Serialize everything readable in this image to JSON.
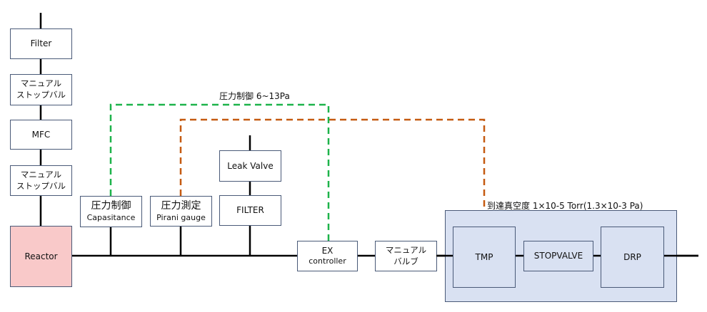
{
  "diagram": {
    "type": "vacuum-system-block-diagram",
    "gas_line": [
      {
        "id": "filter",
        "label": "Filter"
      },
      {
        "id": "manual-stop-valve-1",
        "label_lines": [
          "マニュアル",
          "ストップバル"
        ]
      },
      {
        "id": "mfc",
        "label": "MFC"
      },
      {
        "id": "manual-stop-valve-2",
        "label_lines": [
          "マニュアル",
          "ストップバル"
        ]
      }
    ],
    "reactor": {
      "label": "Reactor",
      "color": "#f9c9c9"
    },
    "gauges": {
      "capacitance": {
        "title": "圧力制御",
        "subtitle": "Capasitance"
      },
      "pirani": {
        "title": "圧力測定",
        "subtitle": "Pirani gauge"
      }
    },
    "leak_branch": {
      "leak_valve": {
        "label": "Leak Valve"
      },
      "filter": {
        "label": "FILTER"
      }
    },
    "ex_controller": {
      "label_lines": [
        "EX",
        "controller"
      ]
    },
    "manual_valve": {
      "label_lines": [
        "マニュアル",
        "バルブ"
      ]
    },
    "pump_unit": {
      "label": "到達真空度  1×10-5 Torr(1.3×10-3 Pa)",
      "background": "#d9e1f2",
      "tmp": {
        "label": "TMP"
      },
      "stop_valve": {
        "label": "STOPVALVE"
      },
      "drp": {
        "label": "DRP"
      }
    },
    "control_loops": {
      "pressure_control": {
        "label": "圧力制御  6~13Pa",
        "color": "#1db34a",
        "from": "capacitance",
        "to": "ex_controller"
      },
      "pressure_measure": {
        "color": "#c55a11",
        "from": "pirani",
        "to": "pump_unit"
      }
    },
    "line_color": "#000000",
    "border_color": "#4a5a78"
  }
}
